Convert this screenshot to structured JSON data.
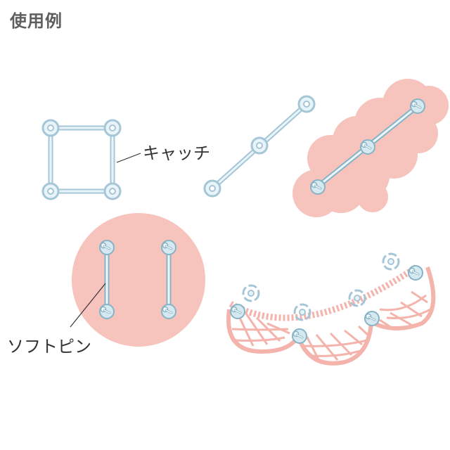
{
  "header": {
    "title": "使用例"
  },
  "labels": {
    "catch": "キャッチ",
    "soft_pin": "ソフトピン"
  },
  "colors": {
    "title_text": "#5f5f5f",
    "label_text": "#333333",
    "pink_fabric": "#f7c3bd",
    "lace": "#f4b3ab",
    "catch_fill": "#e4f2f8",
    "catch_stroke": "#9ec2d3",
    "pin_stroke": "#86b4c6"
  }
}
